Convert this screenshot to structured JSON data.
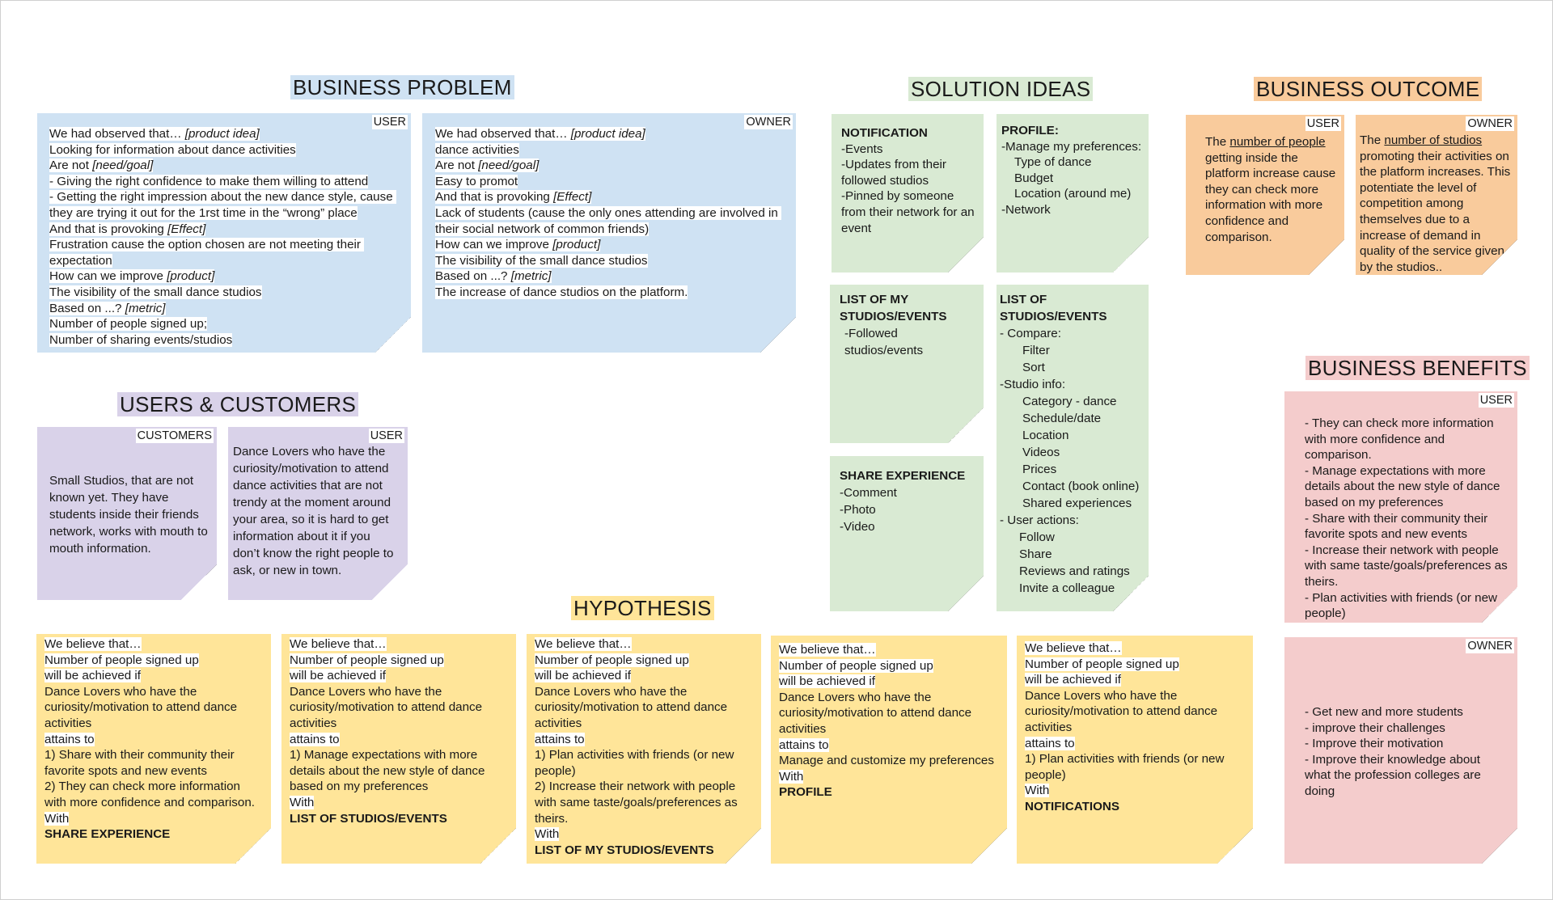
{
  "headings": {
    "business_problem": "BUSINESS PROBLEM",
    "users_customers": "USERS & CUSTOMERS",
    "solution_ideas": "SOLUTION IDEAS",
    "business_outcome": "BUSINESS OUTCOME",
    "business_benefits": "BUSINESS BENEFITS",
    "hypothesis": "HYPOTHESIS"
  },
  "colors": {
    "business_problem": "#cfe2f3",
    "users_customers": "#d9d2e9",
    "solution_ideas": "#d9ead3",
    "business_outcome": "#f9cb9c",
    "business_benefits": "#f4cccc",
    "hypothesis": "#ffe599"
  },
  "business_problem": {
    "user": {
      "tag": "USER",
      "lines": [
        "We had observed that… ",
        "[product idea]",
        "Looking for information about dance activities",
        "Are not ",
        "[need/goal]",
        "- Giving the right confidence to make them willing to attend",
        "- Getting the right impression about the new dance style, cause they are trying it out for the 1rst time in the “wrong” place",
        "And that is provoking ",
        "[Effect]",
        "Frustration cause the option chosen are not meeting their expectation",
        "How can we improve ",
        "[product]",
        "The visibility of the small dance studios",
        "Based on ...? ",
        "[metric]",
        "Number of people signed up;",
        "Number of sharing events/studios"
      ]
    },
    "owner": {
      "tag": "OWNER",
      "lines": [
        "We had observed that… ",
        "[product idea]",
        "dance activities",
        "Are not ",
        "[need/goal]",
        "Easy to promot",
        "And that is provoking ",
        "[Effect]",
        "Lack of students (cause the only ones attending are involved in their social network of common friends)",
        "How can we improve ",
        "[product]",
        "The visibility of the small dance studios",
        "Based on ...? ",
        "[metric]",
        "The increase of dance studios on the platform."
      ]
    }
  },
  "users_customers": {
    "customers": {
      "tag": "CUSTOMERS",
      "text": "Small Studios, that are not known yet. They have students inside their friends network, works with mouth to mouth information."
    },
    "user": {
      "tag": "USER",
      "text": "Dance Lovers who have the curiosity/motivation to attend dance activities that are not trendy at the moment around your area, so it is hard to get information about it if you don’t know the right people to ask, or new in town."
    }
  },
  "solution_ideas": {
    "notification": {
      "title": "NOTIFICATION",
      "items": [
        "-Events",
        "-Updates from their followed studios",
        "-Pinned by someone from their network for an event"
      ]
    },
    "profile": {
      "title": "PROFILE:",
      "items": [
        "-Manage my preferences:",
        "Type of dance",
        "Budget",
        "Location (around me)",
        "-Network"
      ]
    },
    "list_my": {
      "title": "LIST OF MY STUDIOS/EVENTS",
      "items": [
        "-Followed studios/events"
      ]
    },
    "list_studios": {
      "title": "LIST OF STUDIOS/EVENTS",
      "items": [
        "- Compare:",
        "Filter",
        "Sort",
        "-Studio info:",
        "Category - dance",
        "Schedule/date",
        "Location",
        "Videos",
        "Prices",
        "Contact (book online)",
        "Shared experiences",
        "- User actions:",
        "Follow",
        "Share",
        "Reviews and ratings",
        "Invite a colleague"
      ]
    },
    "share": {
      "title": "SHARE EXPERIENCE",
      "items": [
        "-Comment",
        "-Photo",
        "-Video"
      ]
    }
  },
  "business_outcome": {
    "user": {
      "tag": "USER",
      "pre": "The ",
      "link": "number of people",
      "post": " getting inside the platform increase cause they can check more information with more confidence and comparison."
    },
    "owner": {
      "tag": "OWNER",
      "pre": "The ",
      "link": "number of studios",
      "post": " promoting their activities on the platform increases. This potentiate the level of competition among themselves due to a increase of demand in quality of the service given by the studios.."
    }
  },
  "business_benefits": {
    "user": {
      "tag": "USER",
      "items": [
        "- They can check more information with more confidence and comparison.",
        "- Manage expectations with more details about the new style of dance based on my preferences",
        "- Share with their community their favorite spots and new events",
        "- Increase their network with people with same taste/goals/preferences as theirs.",
        "- Plan activities with friends (or new people)"
      ]
    },
    "owner": {
      "tag": "OWNER",
      "items": [
        "- Get new and more students",
        "- improve their challenges",
        "- Improve their motivation",
        "- Improve their knowledge about what the profession colleges are doing"
      ]
    }
  },
  "hypothesis": {
    "labels": {
      "believe": "We believe that…",
      "goal": "Number of people signed up",
      "achieved": "will be achieved if",
      "who": "Dance Lovers who have the curiosity/motivation to attend dance activities",
      "attains": "attains to",
      "with": "With"
    },
    "cards": [
      {
        "outcomes": [
          "1) Share with their community their favorite spots and new events",
          "2) They can check more information with more confidence and comparison."
        ],
        "feature": "SHARE EXPERIENCE"
      },
      {
        "outcomes": [
          "1) Manage expectations with more details about the new style of dance based on my preferences"
        ],
        "feature": "LIST OF STUDIOS/EVENTS"
      },
      {
        "outcomes": [
          "1) Plan activities with friends (or new people)",
          "2) Increase their network with people with same taste/goals/preferences as theirs."
        ],
        "feature": "LIST OF MY STUDIOS/EVENTS"
      },
      {
        "outcomes": [
          "Manage and customize my preferences"
        ],
        "feature": "PROFILE"
      },
      {
        "outcomes": [
          "1) Plan activities with friends (or new people)"
        ],
        "feature": "NOTIFICATIONS"
      }
    ]
  }
}
